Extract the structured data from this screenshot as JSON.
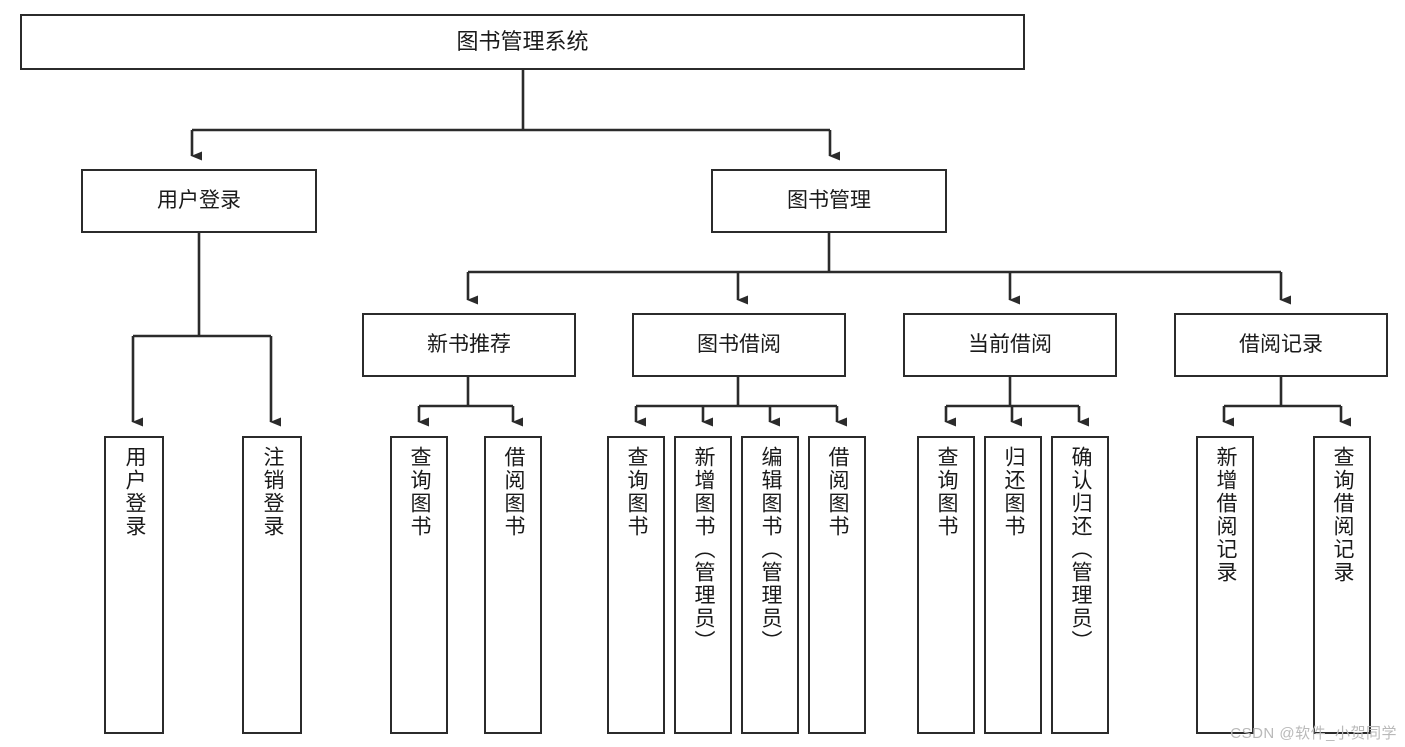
{
  "diagram": {
    "type": "tree-hierarchy-chart",
    "title": "图书管理系统",
    "watermark": "CSDN @软件_小贺同学",
    "colors": {
      "stroke": "#2b2b2b",
      "fill": "#ffffff",
      "text": "#1a1a1a",
      "watermark": "#b9b9b9"
    },
    "levels": {
      "root": {
        "label": "图书管理系统"
      },
      "level2": [
        {
          "label": "用户登录"
        },
        {
          "label": "图书管理"
        }
      ],
      "level3": [
        {
          "label": "新书推荐"
        },
        {
          "label": "图书借阅"
        },
        {
          "label": "当前借阅"
        },
        {
          "label": "借阅记录"
        }
      ],
      "leaves": {
        "user_login": [
          {
            "label": "用户登录"
          },
          {
            "label": "注销登录"
          }
        ],
        "new_book_recommend": [
          {
            "label": "查询图书"
          },
          {
            "label": "借阅图书"
          }
        ],
        "book_borrow": [
          {
            "label": "查询图书"
          },
          {
            "label": "新增图书（管理员）"
          },
          {
            "label": "编辑图书（管理员）"
          },
          {
            "label": "借阅图书"
          }
        ],
        "current_borrow": [
          {
            "label": "查询图书"
          },
          {
            "label": "归还图书"
          },
          {
            "label": "确认归还（管理员）"
          }
        ],
        "borrow_record": [
          {
            "label": "新增借阅记录"
          },
          {
            "label": "查询借阅记录"
          }
        ]
      }
    }
  }
}
